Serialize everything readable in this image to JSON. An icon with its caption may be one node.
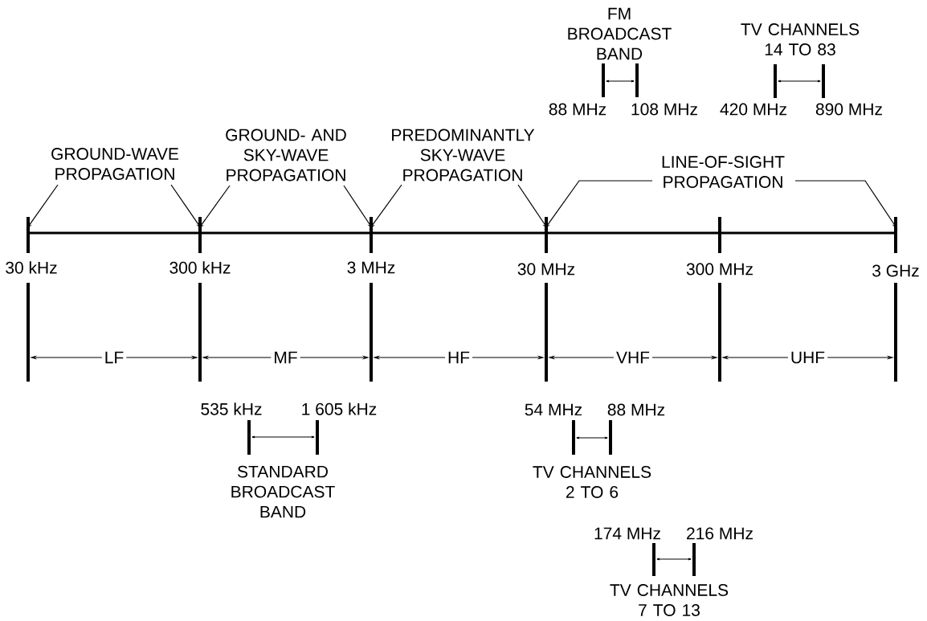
{
  "diagram": {
    "nodes": [
      {
        "text": [],
        "shape": "bar",
        "beside": [
          "88 MHz"
        ]
      },
      {
        "text": [],
        "shape": "bar",
        "beside": [
          "108 MHz"
        ]
      },
      {
        "text": [],
        "shape": "bar",
        "beside": [
          "420 MHz"
        ]
      },
      {
        "text": [],
        "shape": "bar",
        "beside": [
          "890 MHz"
        ]
      },
      {
        "text": [
          "GROUND-WAVE PROPAGATION"
        ]
      },
      {
        "text": [
          "GROUND- AND SKY-WAVE PROPAGATION"
        ]
      },
      {
        "text": [
          "PREDOMINANTLY SKY-WAVE PROPAGATION"
        ]
      },
      {
        "text": [
          "LINE-OF-SIGHT PROPAGATION"
        ]
      },
      {
        "text": [],
        "shape": "bar",
        "beside": [
          "30 kHz"
        ]
      },
      {
        "text": [],
        "shape": "bar",
        "beside": [
          "300 kHz"
        ]
      },
      {
        "text": [],
        "shape": "bar",
        "beside": [
          "3 MHz"
        ]
      },
      {
        "text": [],
        "shape": "bar",
        "beside": [
          "30 MHz"
        ]
      },
      {
        "text": [],
        "shape": "bar",
        "beside": [
          "300 MHz"
        ]
      },
      {
        "text": [],
        "shape": "bar",
        "beside": [
          "3 GHz"
        ]
      },
      {
        "text": [],
        "shape": "bar",
        "beside": [
          "535 kHz"
        ]
      },
      {
        "text": [],
        "shape": "bar",
        "beside": [
          "1 605 kHz"
        ]
      },
      {
        "text": [],
        "shape": "bar",
        "beside": [
          "54 MHz"
        ]
      },
      {
        "text": [],
        "shape": "bar",
        "beside": [
          "88 MHz"
        ]
      },
      {
        "text": [],
        "shape": "bar",
        "beside": [
          "174 MHz"
        ]
      },
      {
        "text": [],
        "shape": "bar",
        "beside": [
          "216 MHz"
        ]
      }
    ],
    "edges": [
      {
        "from": 0,
        "to": 1,
        "arrow": "both"
      },
      {
        "from": 2,
        "to": 3,
        "arrow": "both"
      },
      {
        "from": 4,
        "to": 8,
        "arrow": "to"
      },
      {
        "from": 4,
        "to": 9,
        "arrow": "to"
      },
      {
        "from": 5,
        "to": 9,
        "arrow": "to"
      },
      {
        "from": 5,
        "to": 10,
        "arrow": "to"
      },
      {
        "from": 6,
        "to": 10,
        "arrow": "to"
      },
      {
        "from": 6,
        "to": 11,
        "arrow": "to"
      },
      {
        "from": 7,
        "to": 11,
        "arrow": "to"
      },
      {
        "from": 7,
        "to": 13,
        "arrow": "to"
      },
      {
        "from": 8,
        "to": 9,
        "arrow": "both",
        "label": "LF"
      },
      {
        "from": 9,
        "to": 10,
        "arrow": "both",
        "label": "MF"
      },
      {
        "from": 10,
        "to": 11,
        "arrow": "both",
        "label": "HF"
      },
      {
        "from": 11,
        "to": 12,
        "arrow": "both",
        "label": "VHF"
      },
      {
        "from": 12,
        "to": 13,
        "arrow": "both",
        "label": "UHF"
      },
      {
        "from": 14,
        "to": 15,
        "arrow": "both"
      },
      {
        "from": 16,
        "to": 17,
        "arrow": "both"
      },
      {
        "from": 18,
        "to": 19,
        "arrow": "both"
      }
    ],
    "labels": [
      "FM BROADCAST BAND",
      "TV CHANNELS 14 TO 83",
      "STANDARD BROADCAST BAND",
      "TV CHANNELS 2 TO 6",
      "TV CHANNELS 7 TO 13"
    ]
  }
}
